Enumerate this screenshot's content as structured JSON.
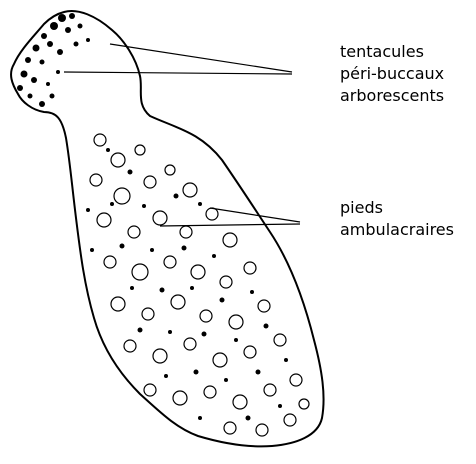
{
  "labels": {
    "tentacles": {
      "lines": [
        "tentacules",
        "péri-buccaux",
        "arborescents"
      ]
    },
    "tube_feet": {
      "lines": [
        "pieds",
        "ambulacraires"
      ]
    }
  },
  "colors": {
    "ink": "#000000",
    "background": "#ffffff"
  }
}
